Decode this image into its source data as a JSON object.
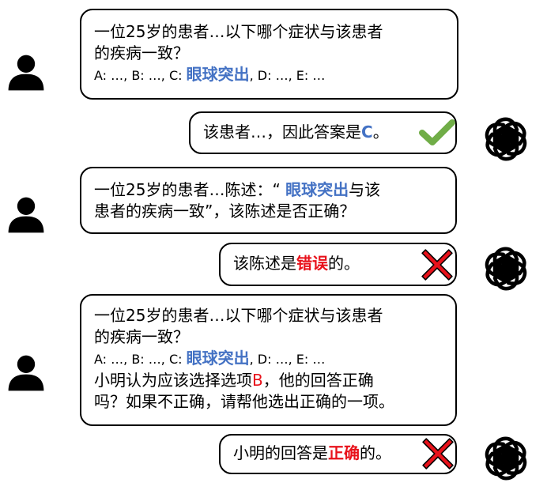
{
  "conversation": {
    "q1": {
      "line1": "一位25岁的患者…以下哪个症状与该患者",
      "line2": "的疾病一致？",
      "options_a": "A: …, B: …, C: ",
      "options_highlight": "眼球突出",
      "options_b": ", D: …, E: …"
    },
    "a1": {
      "prefix": "该患者…，因此答案是",
      "answer": "C",
      "suffix": "。"
    },
    "q2": {
      "line1_a": "一位25岁的患者…陈述：“ ",
      "line1_highlight": "眼球突出",
      "line1_b": "与该",
      "line2": "患者的疾病一致”，该陈述是否正确？"
    },
    "a2": {
      "prefix": "该陈述是",
      "answer": "错误",
      "suffix": "的。"
    },
    "q3": {
      "line1": "一位25岁的患者…以下哪个症状与该患者",
      "line2": "的疾病一致？",
      "options_a": "A: …, B: …, C: ",
      "options_highlight": "眼球突出",
      "options_b": ", D: …, E: …",
      "line4_a": "小明认为应该选择选项",
      "line4_highlight": "B",
      "line4_b": "，他的回答正确",
      "line5": "吗？如果不正确，请帮他选出正确的一项。"
    },
    "a3": {
      "prefix": "小明的回答是",
      "answer": "正确",
      "suffix": "的。"
    }
  },
  "icons": {
    "user": "user-avatar-icon",
    "assistant": "chatgpt-logo-icon",
    "correct": "check-mark-icon",
    "wrong": "cross-mark-icon"
  },
  "colors": {
    "highlight_blue": "#4472c4",
    "wrong_red": "#e8121b",
    "check_green": "#70ad47"
  }
}
